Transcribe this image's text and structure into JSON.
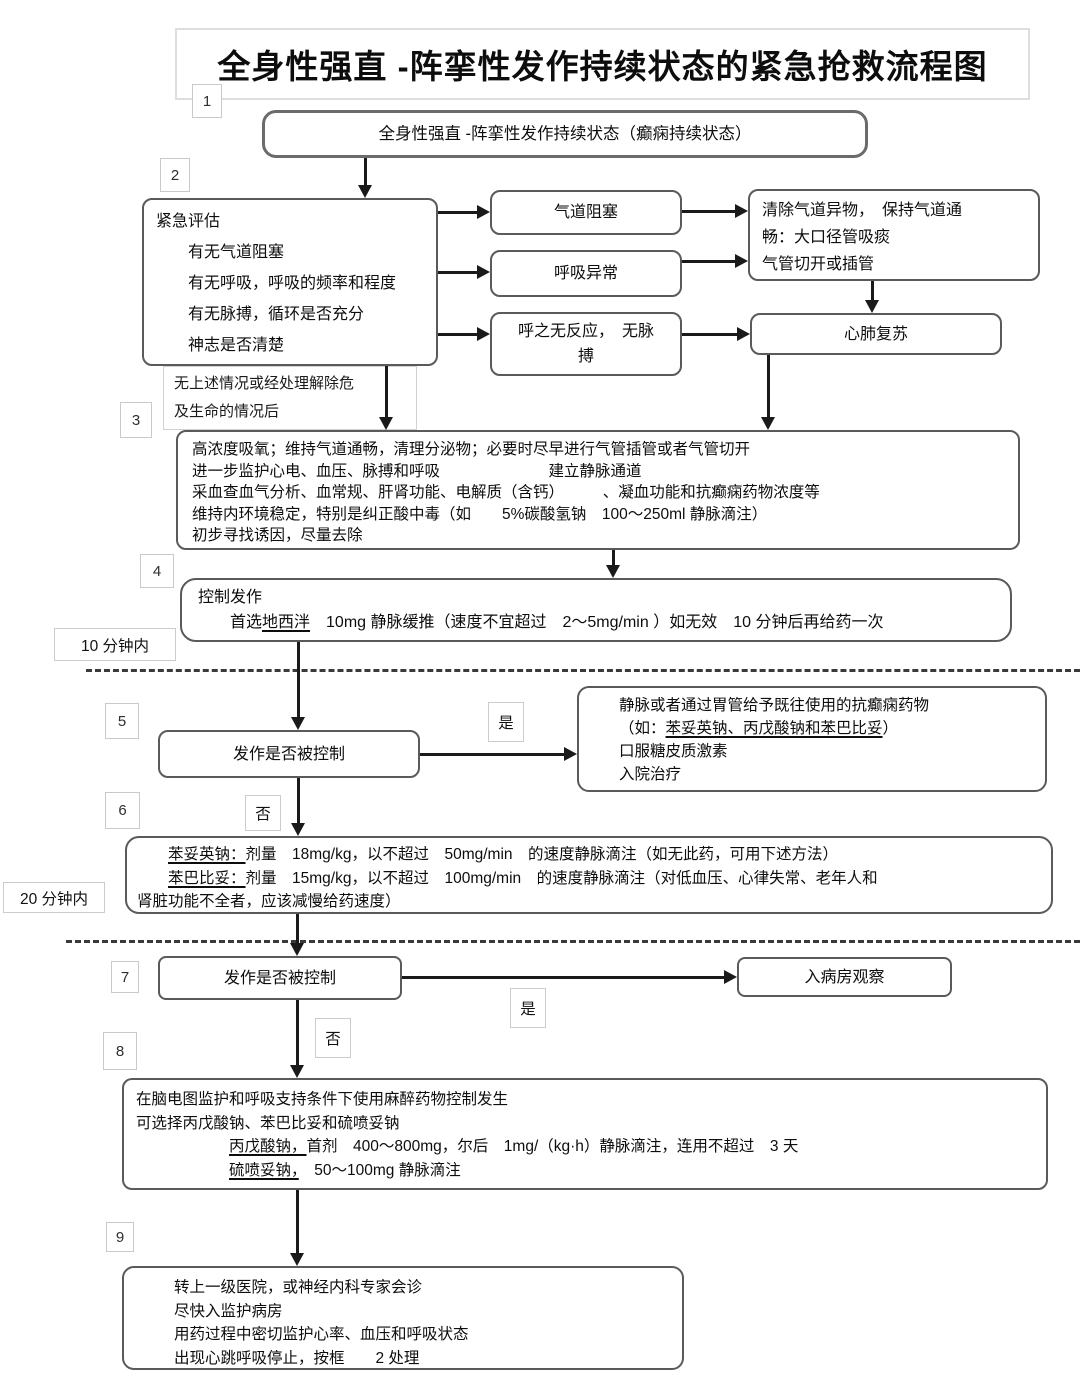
{
  "page": {
    "title": "全身性强直 -阵挛性发作持续状态的紧急抢救流程图"
  },
  "step_tags": [
    "1",
    "2",
    "3",
    "4",
    "5",
    "6",
    "7",
    "8",
    "9"
  ],
  "side_labels": {
    "ten_min": "10 分钟内",
    "twenty_min": "20 分钟内"
  },
  "branch_labels": {
    "yes": "是",
    "no": "否"
  },
  "nodes": {
    "start": {
      "text": "全身性强直 -阵挛性发作持续状态（癫痫持续状态）"
    },
    "assess": {
      "lines": [
        "紧急评估",
        "　　有无气道阻塞",
        "　　有无呼吸，呼吸的频率和程度",
        "　　有无脉搏，循环是否充分",
        "　　神志是否清楚"
      ]
    },
    "assess_note": {
      "lines": [
        "无上述情况或经处理解除危",
        "及生命的情况后"
      ]
    },
    "airway_obstruction": {
      "text": "气道阻塞"
    },
    "breathing_abnormal": {
      "text": "呼吸异常"
    },
    "no_response": {
      "lines": [
        "呼之无反应，　无脉",
        "搏"
      ]
    },
    "clear_airway": {
      "lines": [
        "清除气道异物，　保持气道通",
        "畅：大口径管吸痰",
        "气管切开或插管"
      ]
    },
    "cpr": {
      "text": "心肺复苏"
    },
    "stabilize": {
      "lines": [
        "高浓度吸氧；维持气道通畅，清理分泌物；必要时尽早进行气管插管或者气管切开",
        "进一步监护心电、血压、脉搏和呼吸　　　　　　　建立静脉通道",
        "采血查血气分析、血常规、肝肾功能、电解质（含钙）　　　、凝血功能和抗癫痫药物浓度等",
        "维持内环境稳定，特别是纠正酸中毒（如　　5%碳酸氢钠　100～250ml 静脉滴注）",
        "初步寻找诱因，尽量去除"
      ]
    },
    "control_seizure": {
      "lines": [
        "控制发作",
        [
          {
            "t": "　　首选"
          },
          {
            "t": "地西泮",
            "u": true
          },
          {
            "t": "　10mg 静脉缓推（速度不宜超过　2～5mg/min ）如无效　10 分钟后再给药一次"
          }
        ]
      ]
    },
    "seizure_check_1": {
      "text": "发作是否被控制"
    },
    "prior_aed": {
      "lines": [
        "静脉或者通过胃管给予既往使用的抗癫痫药物",
        [
          {
            "t": "（如："
          },
          {
            "t": "苯妥英钠、丙戊酸钠和苯巴比妥",
            "u": true
          },
          {
            "t": "）"
          }
        ],
        "口服糖皮质激素",
        "入院治疗"
      ]
    },
    "phenytoin": {
      "lines": [
        [
          {
            "t": "　　"
          },
          {
            "t": "苯妥英钠：",
            "u": true
          },
          {
            "t": "剂量　18mg/kg，以不超过　50mg/min　的速度静脉滴注（如无此药，可用下述方法）"
          }
        ],
        [
          {
            "t": "　　"
          },
          {
            "t": "苯巴比妥：",
            "u": true
          },
          {
            "t": "剂量　15mg/kg，以不超过　100mg/min　的速度静脉滴注（对低血压、心律失常、老年人和"
          }
        ],
        "肾脏功能不全者，应该减慢给药速度）"
      ]
    },
    "seizure_check_2": {
      "text": "发作是否被控制"
    },
    "ward_observation": {
      "text": "入病房观察"
    },
    "anesthesia": {
      "lines": [
        "在脑电图监护和呼吸支持条件下使用麻醉药物控制发生",
        "可选择丙戊酸钠、苯巴比妥和硫喷妥钠",
        [
          {
            "t": "　　　　　　"
          },
          {
            "t": "丙戊酸钠，",
            "u": true
          },
          {
            "t": "首剂　400～800mg，尔后　1mg/（kg·h）静脉滴注，连用不超过　3 天"
          }
        ],
        [
          {
            "t": "　　　　　　"
          },
          {
            "t": "硫喷妥钠，",
            "u": true
          },
          {
            "t": "　50～100mg 静脉滴注"
          }
        ]
      ]
    },
    "transfer": {
      "lines": [
        "转上一级医院，或神经内科专家会诊",
        "尽快入监护病房",
        "用药过程中密切监护心率、血压和呼吸状态",
        "出现心跳呼吸停止，按框　　2 处理"
      ]
    }
  }
}
